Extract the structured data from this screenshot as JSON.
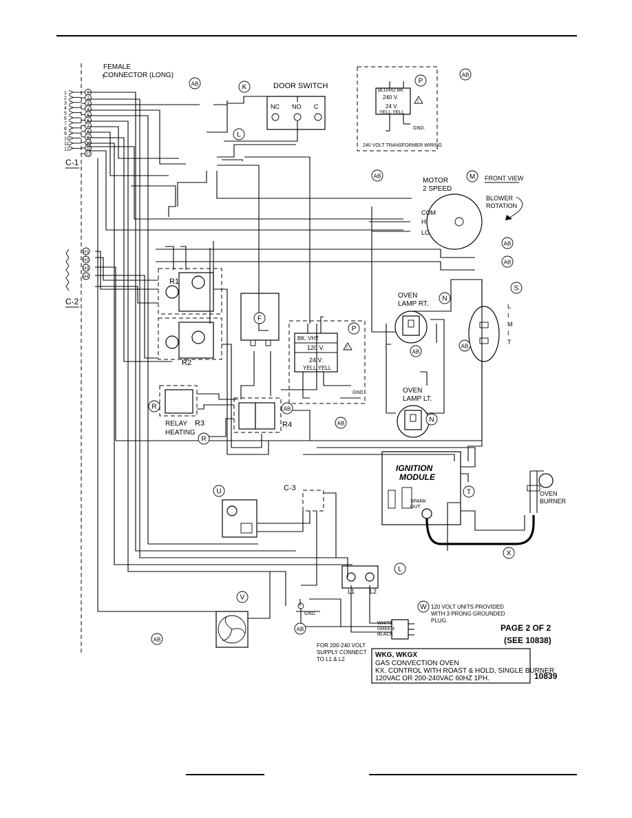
{
  "connectors": {
    "female_connector": "FEMALE\nCONNECTOR (LONG)",
    "c1": "C-1",
    "c2": "C-2",
    "c3": "C-3",
    "c1_pins": [
      "1",
      "2",
      "3",
      "4",
      "5",
      "6",
      "7",
      "8",
      "9",
      "10",
      "11",
      "12"
    ],
    "c2_pins": [
      "H1",
      "H2",
      "H3",
      "H4"
    ]
  },
  "components": {
    "door_switch": "DOOR SWITCH",
    "door_switch_terms": [
      "NC",
      "NO",
      "C"
    ],
    "motor": "MOTOR\n2 SPEED",
    "motor_terms": [
      "COM",
      "HI",
      "LO"
    ],
    "front_view": "FRONT VIEW",
    "blower_rotation": "BLOWER\nROTATION",
    "oven_lamp_rt": "OVEN\nLAMP RT.",
    "oven_lamp_lt": "OVEN\nLAMP LT.",
    "limit": "L\nI\nM\nI\nT",
    "relay_r1": "R1",
    "relay_r2": "R2",
    "relay_r3": "R3",
    "relay_r4": "R4",
    "relay_heating": "RELAY\nHEATING",
    "transformer_120_top": "BK.  VHT",
    "transformer_120_v": "120 V.",
    "transformer_24_v": "24 V.",
    "transformer_yell": "YELL.YELL",
    "transformer_240_top": "BLU/RD  BK",
    "transformer_240_v": "240 V.",
    "transformer_240_caption": "240 VOLT TRANSFORMER WIRING",
    "gnd": "GND.",
    "ignition_module": "IGNITION\nMODULE",
    "spark_out": "SPARK\nOUT",
    "oven_burner": "OVEN\nBURNER",
    "l1": "L1",
    "l2": "L2",
    "plug_colors": [
      "WHITE",
      "GREEN",
      "BLACK"
    ],
    "plug_note": "120 VOLT UNITS PROVIDED\nWITH 3 PRONG GROUNDED\nPLUG.",
    "supply_note": "FOR 200-240 VOLT\nSUPPLY CONNECT\nTO L1 & L2"
  },
  "callouts": [
    "AB",
    "K",
    "L",
    "P",
    "M",
    "N",
    "S",
    "F",
    "R",
    "T",
    "U",
    "V",
    "W",
    "X"
  ],
  "page": {
    "page_label": "PAGE 2 OF 2",
    "see_label": "(SEE 10838)",
    "drawing_number": "10839"
  },
  "title_block": {
    "line1": "WKG, WKGX",
    "line2": "GAS CONVECTION OVEN",
    "line3": "KX. CONTROL WITH ROAST & HOLD, SINGLE BURNER",
    "line4": "120VAC OR 200-240VAC 60HZ 1PH."
  }
}
